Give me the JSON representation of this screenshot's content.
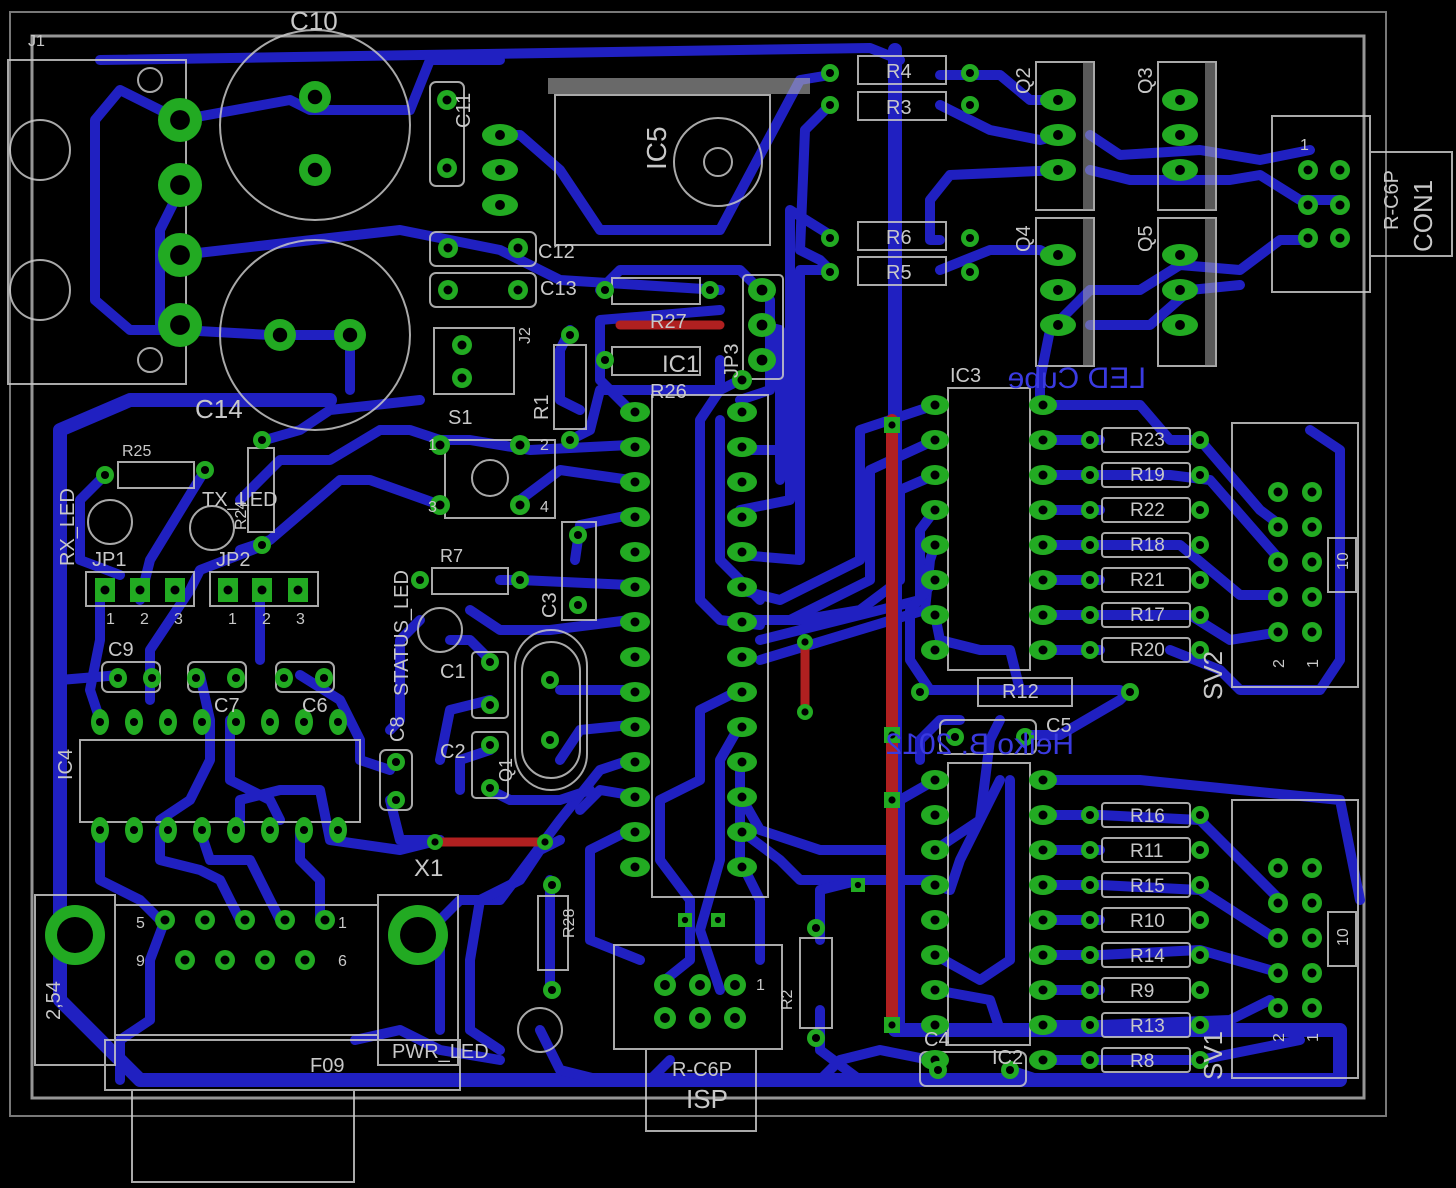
{
  "colors": {
    "background": "#000000",
    "trace_bottom": "#2222cc",
    "trace_top": "#b02020",
    "pad": "#22aa22",
    "silkscreen": "#c8c8c8",
    "label_blue": "#3a3ae0"
  },
  "board_texts": {
    "led_cube": "LED Cube",
    "author": "Heiko B. 2012"
  },
  "labels": {
    "j1": "J1",
    "c10": "C10",
    "c11": "C11",
    "ic5": "IC5",
    "c12": "C12",
    "c13": "C13",
    "c14": "C14",
    "j2": "J2",
    "r27": "R27",
    "r26": "R26",
    "jp3": "JP3",
    "ic1": "IC1",
    "r1": "R1",
    "s1": "S1",
    "r25": "R25",
    "rx_led": "RX_LED",
    "tx_led": "TX_LED",
    "r24": "R24",
    "jp1": "JP1",
    "jp2": "JP2",
    "r7": "R7",
    "status_led": "STATUS_LED",
    "c3": "C3",
    "c9": "C9",
    "c7": "C7",
    "c6": "C6",
    "c8": "C8",
    "c1": "C1",
    "c2": "C2",
    "q1": "Q1",
    "ic4": "IC4",
    "x1": "X1",
    "f09": "F09",
    "pwr_led": "PWR_LED",
    "r28": "R28",
    "isp": "ISP",
    "rc6p": "R-C6P",
    "r2": "R2",
    "ic3": "IC3",
    "r12": "R12",
    "c5": "C5",
    "ic2": "IC2",
    "c4": "C4",
    "sv2": "SV2",
    "sv1": "SV1",
    "q2": "Q2",
    "q3": "Q3",
    "q4": "Q4",
    "q5": "Q5",
    "con1": "CON1",
    "con1_type": "R-C6P",
    "r4": "R4",
    "r3": "R3",
    "r6": "R6",
    "r5": "R5",
    "r23": "R23",
    "r19": "R19",
    "r22": "R22",
    "r18": "R18",
    "r21": "R21",
    "r17": "R17",
    "r20": "R20",
    "r16": "R16",
    "r11": "R11",
    "r15": "R15",
    "r10": "R10",
    "r14": "R14",
    "r9": "R9",
    "r13": "R13",
    "r8": "R8",
    "spacing": "2,54",
    "pin_1": "1",
    "pin_2": "2",
    "pin_3": "3",
    "pin_4": "4",
    "pin_5": "5",
    "pin_6": "6",
    "pin_9": "9",
    "pin_10": "10"
  }
}
